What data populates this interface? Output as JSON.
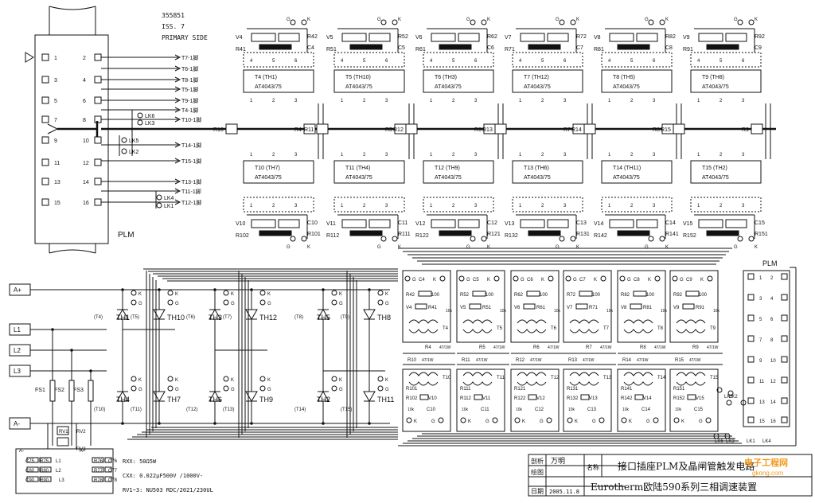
{
  "doc": {
    "number": "355851",
    "issue": "ISS. 7",
    "side": "PRIMARY SIDE",
    "connector_label": "PLM"
  },
  "connector": {
    "pins_left": [
      "1",
      "3",
      "5",
      "7",
      "9",
      "11",
      "13",
      "15"
    ],
    "pins_right": [
      "2",
      "4",
      "6",
      "8",
      "10",
      "12",
      "14",
      "16"
    ]
  },
  "primary_labels": [
    "T7-1脚",
    "T6-1脚",
    "T8-1脚",
    "T5-1脚",
    "T9-1脚",
    "T4-1脚",
    "T10-1脚",
    "T14-1脚",
    "T15-1脚",
    "T13-1脚",
    "T11-1脚",
    "T12-1脚"
  ],
  "links": [
    "LK6",
    "LK3",
    "LK5",
    "LK2",
    "LK4",
    "LK1"
  ],
  "top_transformers": [
    {
      "name": "T4 (TH1)",
      "vn": "V4",
      "r1": "R41",
      "r2": "R42",
      "c": "C4"
    },
    {
      "name": "T5 (TH10)",
      "vn": "V5",
      "r1": "R51",
      "r2": "R52",
      "c": "C5"
    },
    {
      "name": "T6 (TH3)",
      "vn": "V6",
      "r1": "R61",
      "r2": "R62",
      "c": "C6"
    },
    {
      "name": "T7 (TH12)",
      "vn": "V7",
      "r1": "R71",
      "r2": "R72",
      "c": "C7"
    },
    {
      "name": "T8 (TH5)",
      "vn": "V8",
      "r1": "R81",
      "r2": "R82",
      "c": "C8"
    },
    {
      "name": "T9 (TH8)",
      "vn": "V9",
      "r1": "R91",
      "r2": "R92",
      "c": "C9"
    }
  ],
  "bottom_transformers": [
    {
      "name": "T10 (TH7)",
      "vn": "V10",
      "r1": "R101",
      "r2": "R102",
      "c": "C10"
    },
    {
      "name": "T11 (TH4)",
      "vn": "V11",
      "r1": "R111",
      "r2": "R112",
      "c": "C11"
    },
    {
      "name": "T12 (TH9)",
      "vn": "V12",
      "r1": "R121",
      "r2": "R122",
      "c": "C12"
    },
    {
      "name": "T13 (TH6)",
      "vn": "V13",
      "r1": "R131",
      "r2": "R132",
      "c": "C13"
    },
    {
      "name": "T14 (TH11)",
      "vn": "V14",
      "r1": "R141",
      "r2": "R142",
      "c": "C14"
    },
    {
      "name": "T15 (TH2)",
      "vn": "V15",
      "r1": "R151",
      "r2": "R152",
      "c": "C15"
    }
  ],
  "part_number": "AT4043/75",
  "bus_resistors": [
    "R10",
    "R4",
    "R11",
    "R5",
    "R12",
    "R6",
    "R13",
    "R7",
    "R14",
    "R8",
    "R15",
    "R9"
  ],
  "pin_numbers": [
    "1",
    "2",
    "3",
    "4",
    "5",
    "6"
  ],
  "terminal_letters": {
    "g": "G",
    "k": "K"
  },
  "power": {
    "rails": [
      "A+",
      "L1",
      "L2",
      "L3",
      "A-"
    ],
    "thyristors_top": [
      "TH1",
      "TH10",
      "TH3",
      "TH12",
      "TH5",
      "TH8"
    ],
    "thyristors_bottom": [
      "TH4",
      "TH7",
      "TH6",
      "TH9",
      "TH2",
      "TH11"
    ],
    "trans_refs_top": [
      "(T4)",
      "(T5)",
      "(T6)",
      "(T7)",
      "(T8)",
      "(T9)"
    ],
    "trans_refs_bottom": [
      "(T10)",
      "(T11)",
      "(T12)",
      "(T13)",
      "(T14)",
      "(T15)"
    ],
    "fuses": [
      "FS1",
      "FS2",
      "FS3"
    ],
    "varistors": [
      "RV1",
      "RV2",
      "RV3"
    ],
    "snubber_labels": [
      "A-",
      "A+",
      "C75",
      "R75",
      "L1",
      "R76",
      "C76",
      "C80",
      "R80",
      "L2",
      "R77",
      "C77",
      "C90",
      "R90",
      "L3",
      "R78",
      "C78"
    ],
    "notes": [
      "RXX: 50Ω5W",
      "CXX: 0.022μF500V /1000V-",
      "RV1~3: NU503 RDC/2021/230UL"
    ]
  },
  "right_drivers": {
    "top": [
      {
        "c": "C4",
        "r1": "R42",
        "r2": "R41",
        "v": "V4",
        "t": "T4",
        "val": "100"
      },
      {
        "c": "C5",
        "r1": "R52",
        "r2": "R51",
        "v": "V5",
        "t": "T5",
        "val": "100"
      },
      {
        "c": "C6",
        "r1": "R62",
        "r2": "R61",
        "v": "V6",
        "t": "T6",
        "val": "100"
      },
      {
        "c": "C7",
        "r1": "R72",
        "r2": "R71",
        "v": "V7",
        "t": "T7",
        "val": "100"
      },
      {
        "c": "C8",
        "r1": "R82",
        "r2": "R81",
        "v": "V8",
        "t": "T8",
        "val": "100"
      },
      {
        "c": "C9",
        "r1": "R92",
        "r2": "R91",
        "v": "V9",
        "t": "T9",
        "val": "100"
      }
    ],
    "bottom": [
      {
        "c": "C10",
        "r1": "R101",
        "r2": "R102",
        "v": "V10",
        "t": "T10"
      },
      {
        "c": "C11",
        "r1": "R111",
        "r2": "R112",
        "v": "V11",
        "t": "T11"
      },
      {
        "c": "C12",
        "r1": "R121",
        "r2": "R122",
        "v": "V12",
        "t": "T12"
      },
      {
        "c": "C13",
        "r1": "R131",
        "r2": "R132",
        "v": "V13",
        "t": "T13"
      },
      {
        "c": "C14",
        "r1": "R141",
        "r2": "R142",
        "v": "V14",
        "t": "T14"
      },
      {
        "c": "C15",
        "r1": "R151",
        "r2": "R152",
        "v": "V15",
        "t": "T15"
      }
    ],
    "bus": [
      "R4",
      "R5",
      "R6",
      "R7",
      "R8",
      "R9"
    ],
    "bus2": [
      "R10",
      "R11",
      "R12",
      "R13",
      "R14",
      "R15"
    ],
    "res_value": "47/1W",
    "k_value": "10k",
    "plm_label": "PLM",
    "plm_pins": [
      "1",
      "2",
      "3",
      "4",
      "5",
      "6",
      "7",
      "8",
      "9",
      "10",
      "11",
      "12",
      "13",
      "14",
      "15",
      "16"
    ],
    "links": [
      "LK5",
      "LK2",
      "LK6",
      "LK3",
      "LK1",
      "LK4"
    ]
  },
  "title_block": {
    "row1_label": "剖析",
    "row2_label": "绘图",
    "row3_label": "日期",
    "author": "万明",
    "name_label": "名称",
    "date": "2005.11.8",
    "title_cn": "接口插座PLM及晶闸管触发电路",
    "title_main": "Eurotherm欧陆590系列三相调速装置",
    "watermark": "电子工程网",
    "watermark_url": "gkong.com"
  }
}
